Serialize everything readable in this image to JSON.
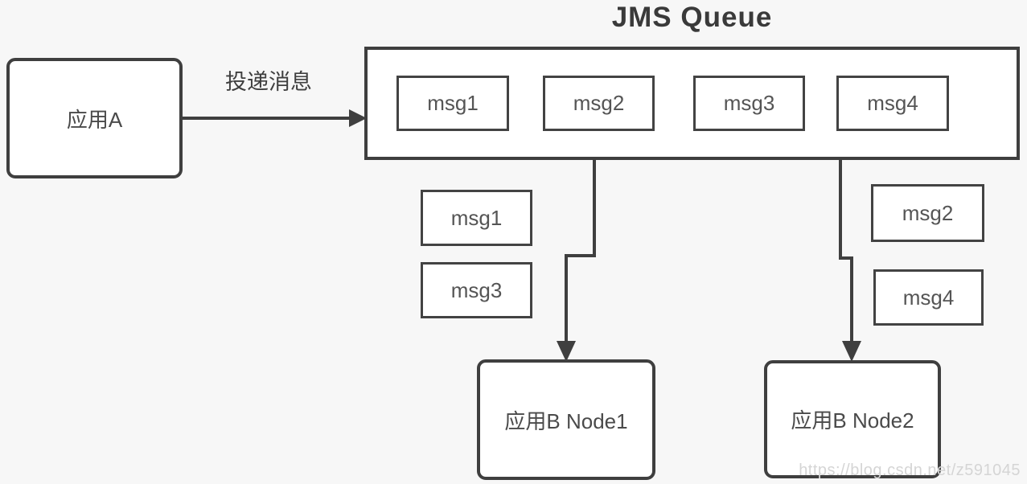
{
  "diagram": {
    "title": "JMS Queue",
    "producer": {
      "label": "应用A"
    },
    "deliver_label": "投递消息",
    "queue_messages": [
      "msg1",
      "msg2",
      "msg3",
      "msg4"
    ],
    "delivered_left": [
      "msg1",
      "msg3"
    ],
    "delivered_right": [
      "msg2",
      "msg4"
    ],
    "consumers": [
      {
        "label": "应用B Node1"
      },
      {
        "label": "应用B Node2"
      }
    ],
    "watermark": "https://blog.csdn.net/z591045",
    "colors": {
      "background": "#f7f7f7",
      "border": "#3f3f3f",
      "box_fill": "#ffffff",
      "text": "#4a4a4a",
      "watermark": "#d5d5d5"
    }
  }
}
